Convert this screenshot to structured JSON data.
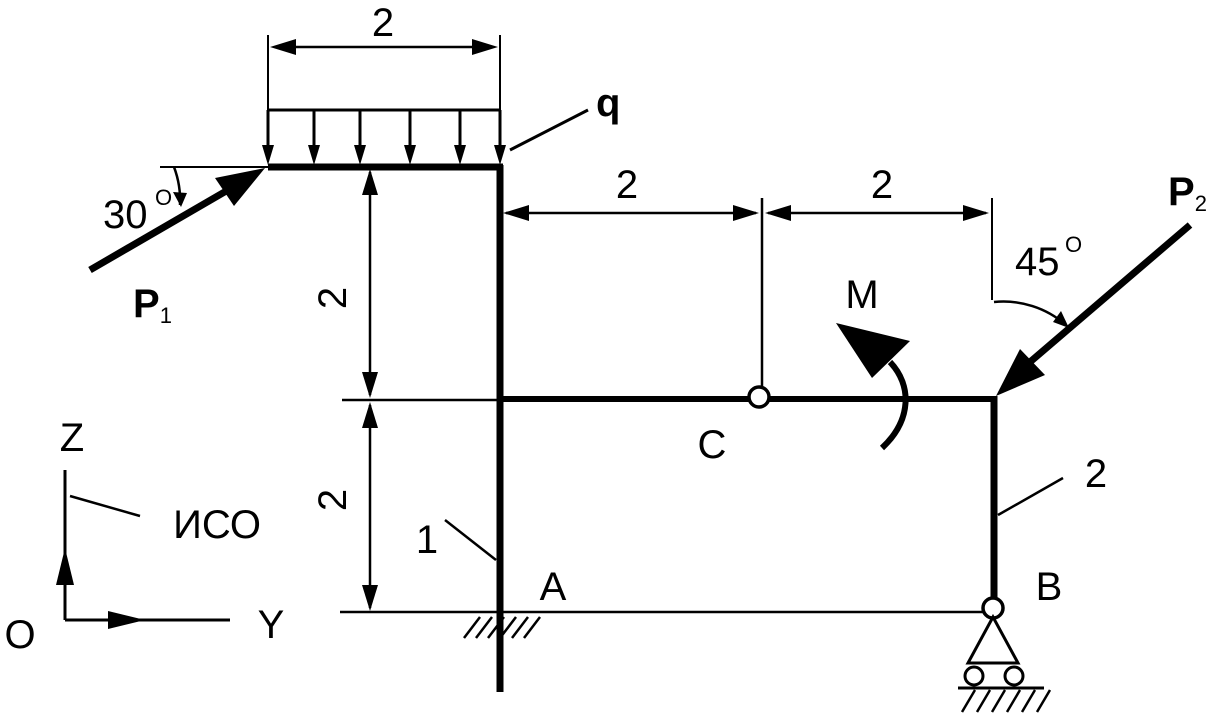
{
  "labels": {
    "dim_top": "2",
    "dim_cy1": "2",
    "dim_cy2": "2",
    "dim_left_upper": "2",
    "dim_left_lower": "2",
    "q": "q",
    "p1": "P",
    "p1_sub": "1",
    "p2": "P",
    "p2_sub": "2",
    "angle_p1": "30",
    "angle_p2": "45",
    "degree": "O",
    "moment": "M",
    "point_a": "A",
    "point_b": "B",
    "point_c": "C",
    "member_1": "1",
    "member_2": "2",
    "axis_z": "Z",
    "axis_y": "Y",
    "origin": "O",
    "frame_label": "ИСО"
  }
}
